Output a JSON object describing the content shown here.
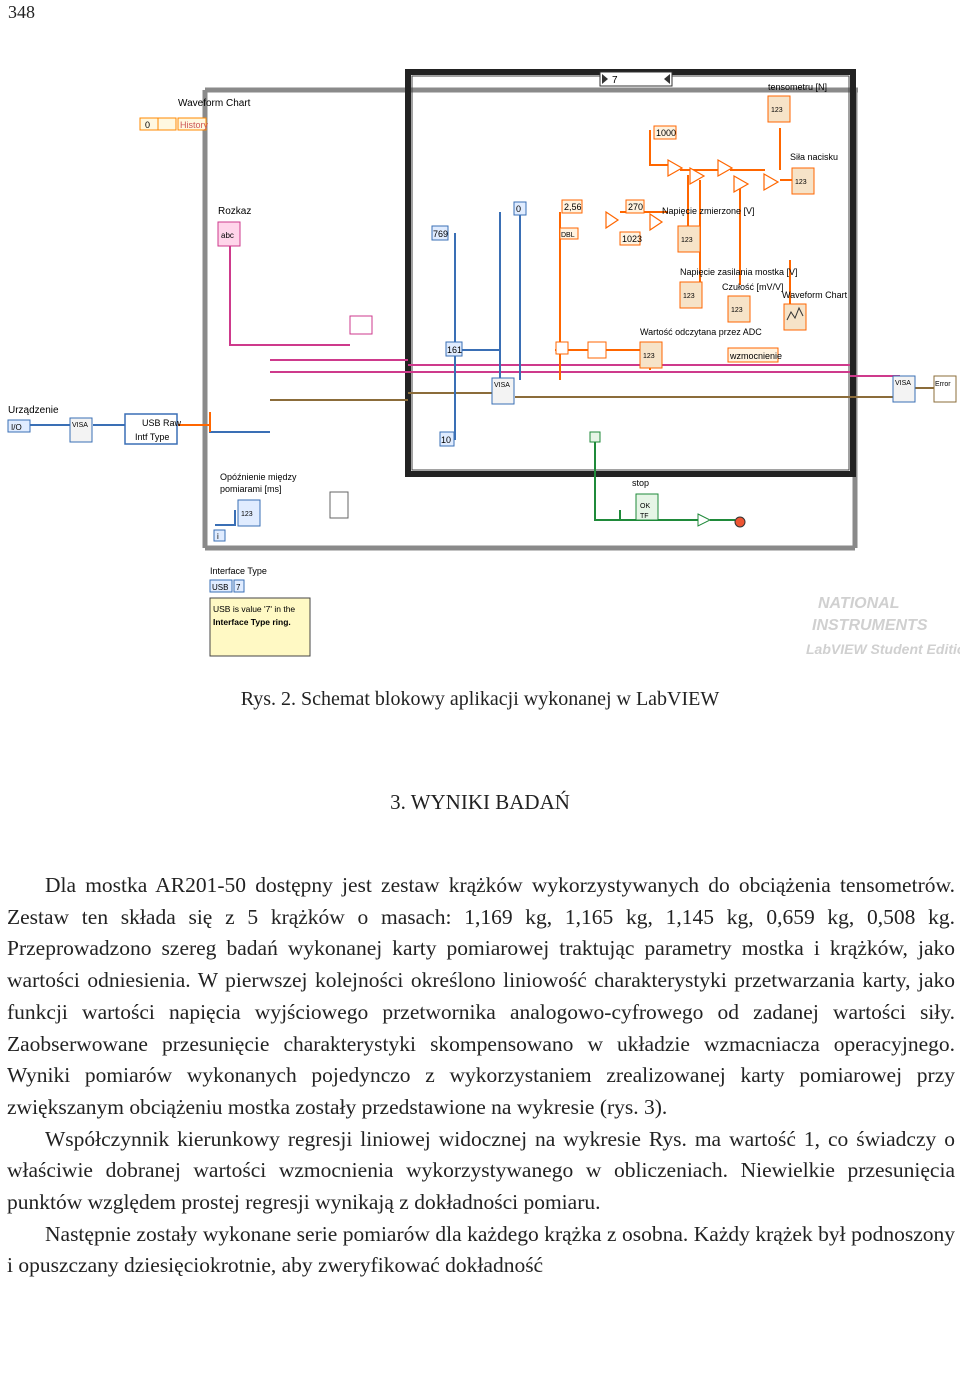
{
  "page_number": "348",
  "figure": {
    "caption": "Rys. 2. Schemat blokowy aplikacji wykonanej w LabVIEW",
    "labels": {
      "waveform_chart_top": "Waveform Chart",
      "history": "History",
      "zero": "0",
      "rozkaz": "Rozkaz",
      "abc": "abc",
      "urzadzenie": "Urządzenie",
      "io": "I/O",
      "visa": "VISA",
      "usb_raw": "USB Raw",
      "intf_type": "Intf Type",
      "n769": "769",
      "n161": "161",
      "n10": "10",
      "n0b": "0",
      "n2_56": "2,56",
      "dbl": "DBL",
      "n270": "270",
      "n1023": "1023",
      "n1000": "1000",
      "case_value": "7",
      "tensometru": "tensometru [N]",
      "sila_nacisku": "Siła nacisku",
      "napiecie_zmierzone": "Napięcie zmierzone [V]",
      "napiecie_zasilania": "Napięcie zasilania mostka [V]",
      "czulosc": "Czułość [mV/V]",
      "waveform_chart_right": "Waveform Chart",
      "wartosc_adc": "Wartość odczytana przez ADC",
      "wzmocnienie": "wzmocnienie",
      "i123": "123",
      "opoznienie_1": "Opóźnienie między",
      "opoznienie_2": "pomiarami [ms]",
      "stop": "stop",
      "tf": "TF",
      "ok": "OK",
      "error": "Error",
      "interface_type": "Interface Type",
      "usb": "USB",
      "comment_1": "USB is value '7' in the",
      "comment_2": "Interface Type ring.",
      "loop_i": "i",
      "watermark_1": "NATIONAL",
      "watermark_2": "INSTRUMENTS",
      "watermark_3": "LabVIEW Student Edition"
    }
  },
  "section_heading": "3. WYNIKI BADAŃ",
  "paragraphs": [
    "Dla mostka AR201-50 dostępny jest zestaw krążków wykorzystywanych do obciążenia tensometrów. Zestaw ten składa się z 5 krążków o masach: 1,169 kg, 1,165 kg, 1,145 kg, 0,659 kg, 0,508 kg. Przeprowadzono szereg badań wykonanej karty pomiarowej traktując parametry mostka i krążków, jako wartości odniesienia. W pierwszej kolejności określono liniowość charakterystyki przetwarzania karty, jako funkcji wartości napięcia wyjściowego przetwornika analogowo-cyfrowego od zadanej wartości siły. Zaobserwowane przesunięcie charakterystyki skompensowano w układzie wzmacniacza operacyjnego. Wyniki pomiarów wykonanych pojedynczo z wykorzystaniem zrealizowanej karty pomiarowej przy zwiększanym obciążeniu mostka zostały przedstawione na wykresie (rys. 3).",
    "Współczynnik kierunkowy regresji liniowej widocznej na wykresie Rys. ma wartość 1, co świadczy o właściwie dobranej wartości wzmocnienia wykorzystywanego w obliczeniach. Niewielkie przesunięcia punktów względem prostej regresji wynikają z dokładności pomiaru.",
    "Następnie zostały wykonane serie pomiarów dla każdego krążka z osobna. Każdy krążek był podnoszony i opuszczany dziesięciokrotnie, aby zweryfikować dokładność"
  ]
}
